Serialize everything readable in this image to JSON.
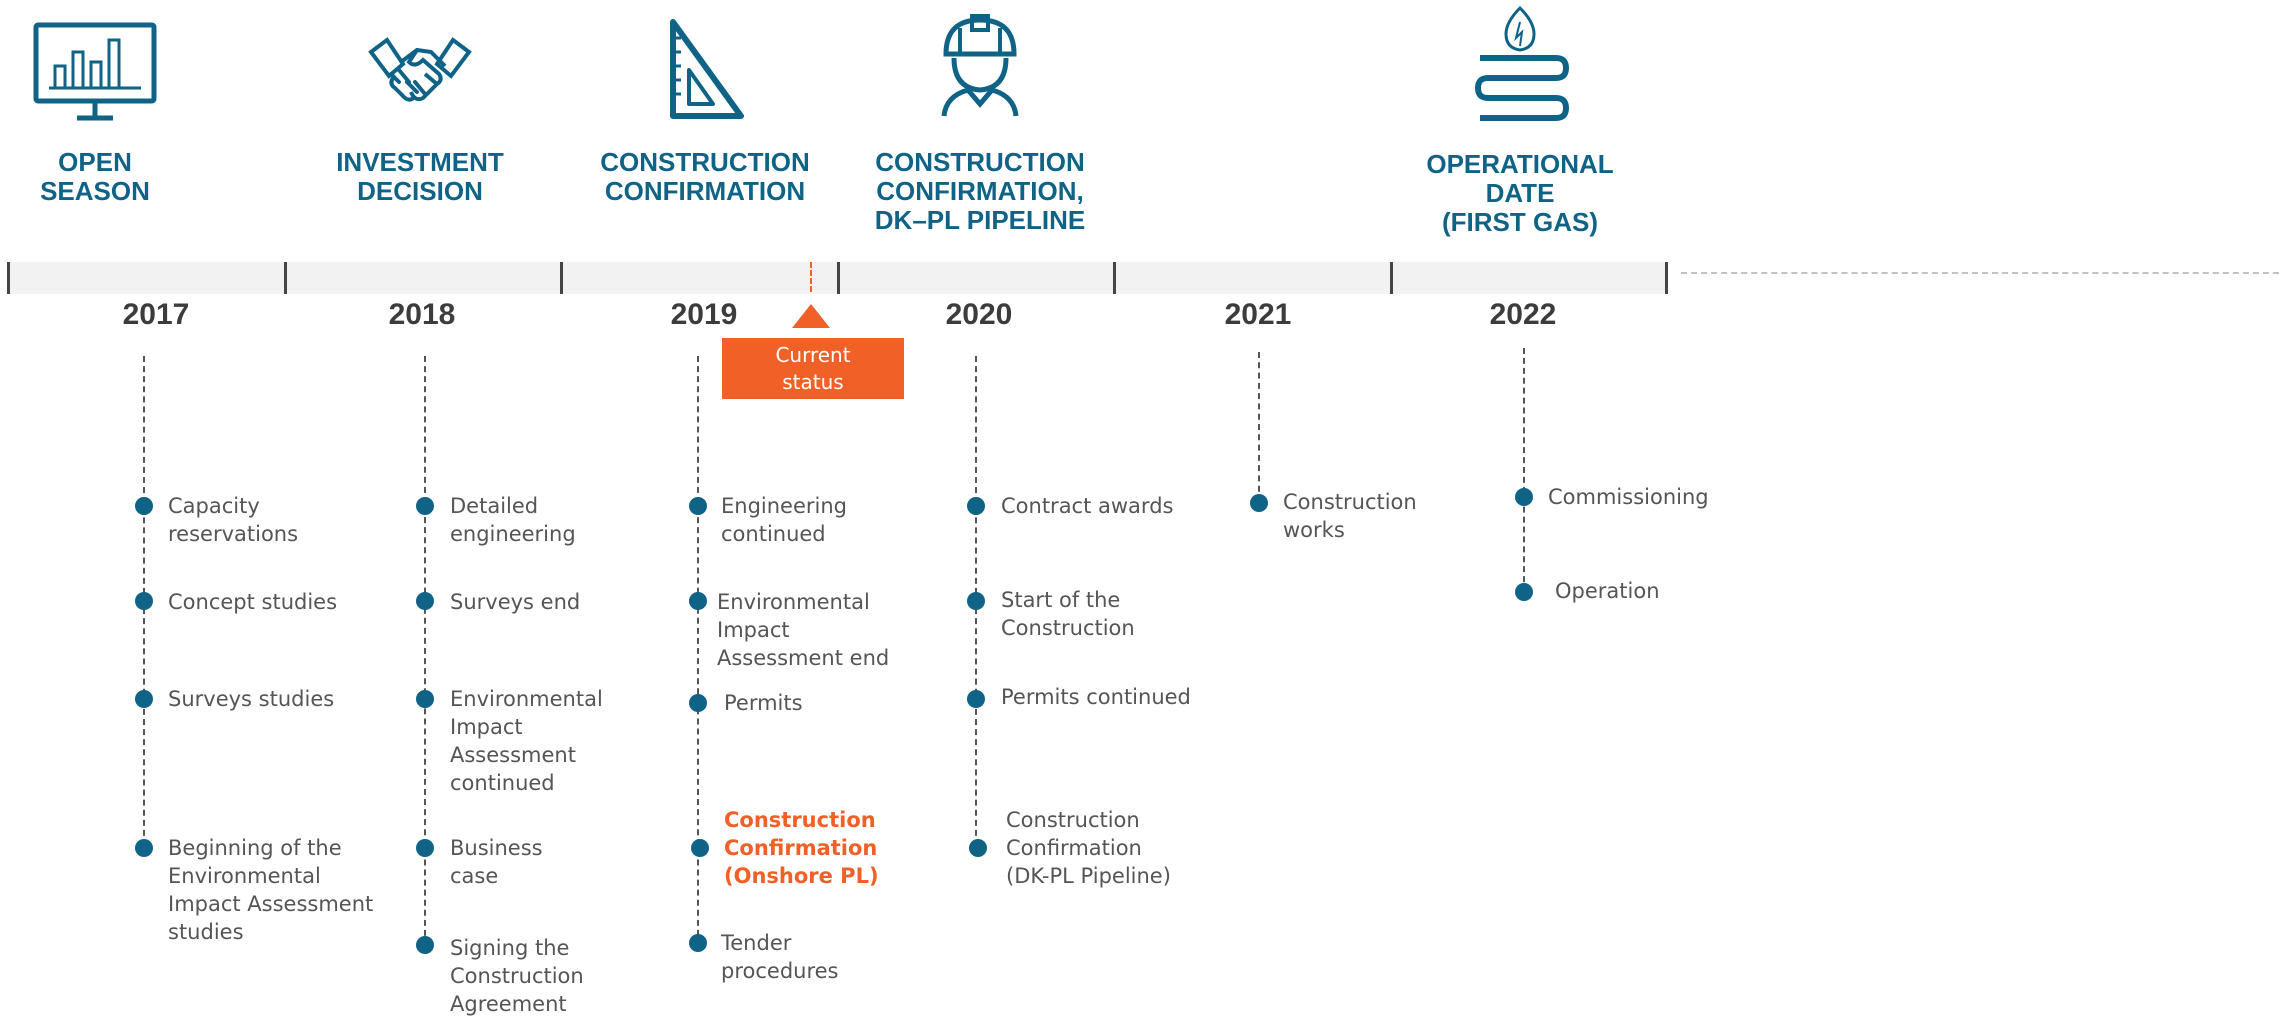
{
  "milestones": [
    {
      "label": "OPEN\nSEASON",
      "icon": "monitor-chart-icon"
    },
    {
      "label": "INVESTMENT\nDECISION",
      "icon": "handshake-icon"
    },
    {
      "label": "CONSTRUCTION\nCONFIRMATION",
      "icon": "set-square-ruler-icon"
    },
    {
      "label": "CONSTRUCTION\nCONFIRMATION,\nDK–PL PIPELINE",
      "icon": "engineer-hard-hat-icon"
    },
    {
      "label": "OPERATIONAL\nDATE\n(FIRST GAS)",
      "icon": "gas-flame-pipe-icon"
    }
  ],
  "years": [
    "2017",
    "2018",
    "2019",
    "2020",
    "2021",
    "2022"
  ],
  "current_status": {
    "label": "Current\nstatus",
    "color": "#f06027"
  },
  "colors": {
    "primary": "#0f6386",
    "accent": "#f06027",
    "text": "#555555"
  },
  "columns": [
    {
      "year": "2017",
      "items": [
        {
          "text": "Capacity\nreservations"
        },
        {
          "text": "Concept studies"
        },
        {
          "text": "Surveys studies"
        },
        {
          "text": "Beginning of the\nEnvironmental\nImpact Assessment\nstudies"
        }
      ]
    },
    {
      "year": "2018",
      "items": [
        {
          "text": "Detailed\nengineering"
        },
        {
          "text": "Surveys end"
        },
        {
          "text": "Environmental\nImpact\nAssessment\ncontinued"
        },
        {
          "text": "Business\ncase"
        },
        {
          "text": "Signing the\nConstruction\nAgreement"
        }
      ]
    },
    {
      "year": "2019",
      "items": [
        {
          "text": "Engineering\ncontinued"
        },
        {
          "text": "Environmental\nImpact\nAssessment  end"
        },
        {
          "text": "Permits"
        },
        {
          "text": "Construction\nConfirmation\n(Onshore PL)",
          "highlight": true
        },
        {
          "text": "Tender\nprocedures"
        }
      ]
    },
    {
      "year": "2020",
      "items": [
        {
          "text": "Contract awards"
        },
        {
          "text": "Start of the\nConstruction"
        },
        {
          "text": "Permits continued"
        },
        {
          "text": "Construction\nConfirmation\n(DK-PL Pipeline)"
        }
      ]
    },
    {
      "year": "2021",
      "items": [
        {
          "text": "Construction\nworks"
        }
      ]
    },
    {
      "year": "2022",
      "items": [
        {
          "text": "Commissioning"
        },
        {
          "text": "Operation"
        }
      ]
    }
  ]
}
